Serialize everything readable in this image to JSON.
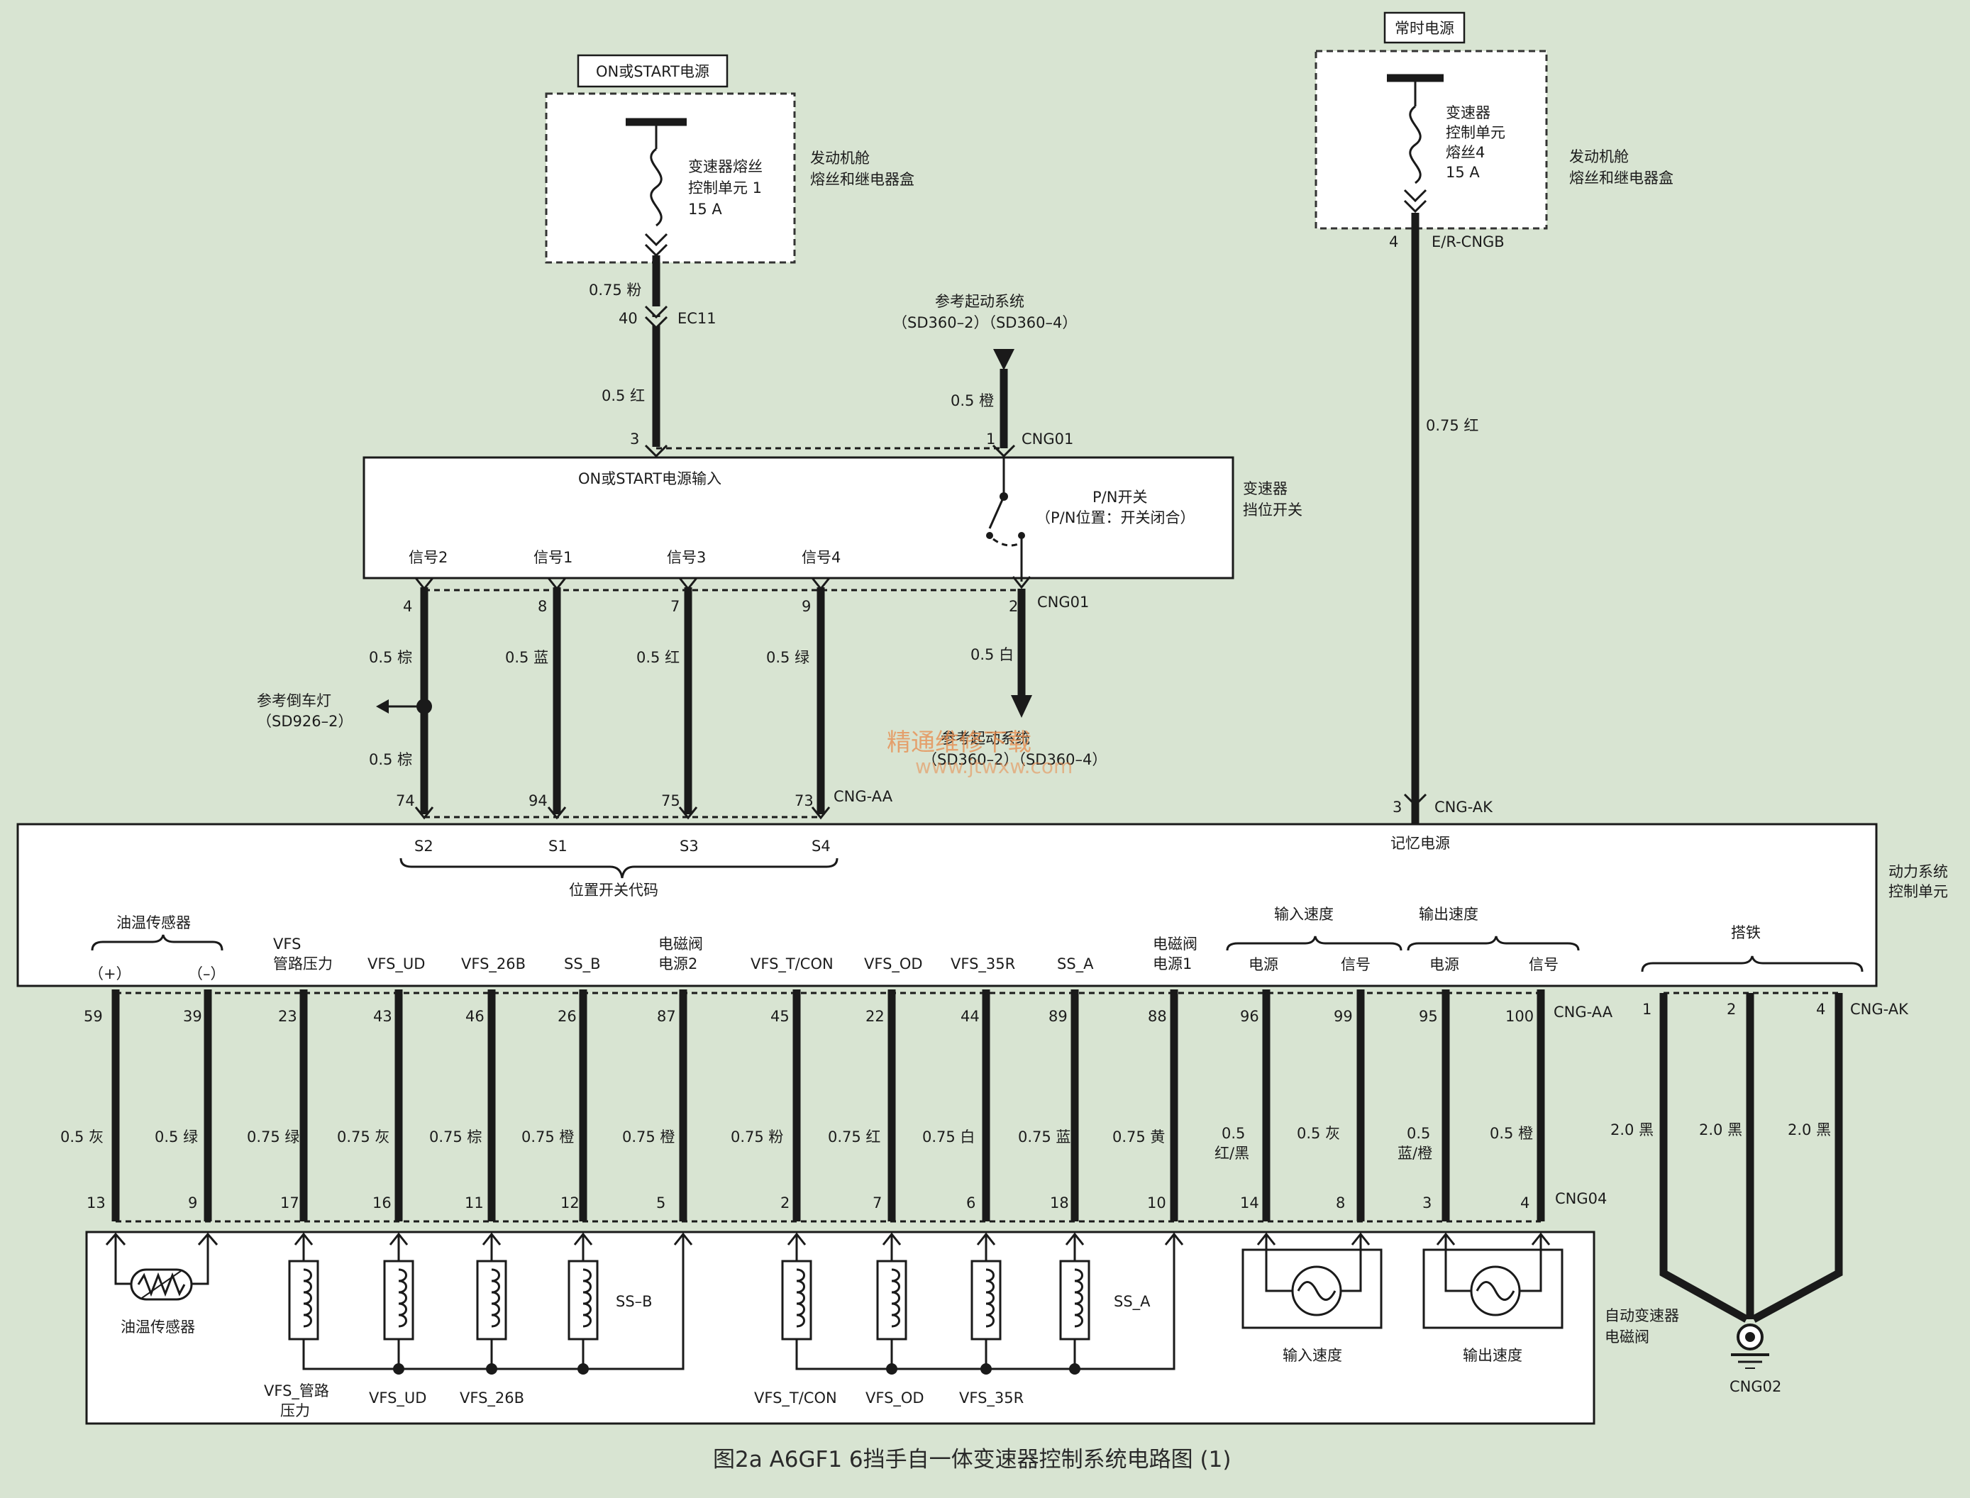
{
  "power_top_left": {
    "label": "ON或START电源",
    "fuse_line1": "变速器熔丝",
    "fuse_line2": "控制单元 1",
    "fuse_line3": "15 A",
    "box_label1": "发动机舱",
    "box_label2": "熔丝和继电器盒",
    "wire_a": "0.75 粉",
    "pin_a": "40",
    "conn_a": "EC11",
    "wire_b": "0.5 红",
    "pin_b": "3"
  },
  "power_top_right": {
    "label": "常时电源",
    "fuse_line1": "变速器",
    "fuse_line2": "控制单元",
    "fuse_line3": "熔丝4",
    "fuse_line4": "15 A",
    "box_label1": "发动机舱",
    "box_label2": "熔丝和继电器盒",
    "pin": "4",
    "conn": "E/R-CNGB",
    "wire": "0.75 红",
    "pin_bottom": "3",
    "conn_bottom": "CNG-AK"
  },
  "start_ref": {
    "label": "参考起动系统",
    "codes": "（SD360–2）（SD360–4）",
    "wire": "0.5 橙",
    "pin": "1",
    "conn": "CNG01",
    "label2": "参考起动系统",
    "codes2": "（SD360–2）（SD360–4）",
    "wire2": "0.5 白",
    "pin2": "2",
    "conn2": "CNG01"
  },
  "range_switch": {
    "input_label": "ON或START电源输入",
    "pn_label": "P/N开关",
    "pn_note": "（P/N位置：开关闭合）",
    "name1": "变速器",
    "name2": "挡位开关",
    "signals": [
      {
        "label": "信号2",
        "pin_top": "4",
        "wire": "0.5 棕",
        "pin_bottom": "74",
        "code": "S2"
      },
      {
        "label": "信号1",
        "pin_top": "8",
        "wire": "0.5 蓝",
        "pin_bottom": "94",
        "code": "S1"
      },
      {
        "label": "信号3",
        "pin_top": "7",
        "wire": "0.5 红",
        "pin_bottom": "75",
        "code": "S3"
      },
      {
        "label": "信号4",
        "pin_top": "9",
        "wire": "0.5 绿",
        "pin_bottom": "73",
        "code": "S4"
      }
    ],
    "conn_bottom": "CNG-AA",
    "wire_s2_lower": "0.5 棕",
    "reverse_ref": "参考倒车灯",
    "reverse_code": "（SD926–2）"
  },
  "pcm": {
    "name1": "动力系统",
    "name2": "控制单元",
    "memory_power": "记忆电源",
    "pos_code": "位置开关代码",
    "temp_group": "油温传感器",
    "plus": "（+）",
    "minus": "（–）",
    "input_speed": "输入速度",
    "output_speed": "输出速度",
    "power": "电源",
    "signal": "信号",
    "ground": "搭铁",
    "conn_aa": "CNG-AA",
    "conn_ak": "CNG-AK",
    "conn_04": "CNG04"
  },
  "pins": [
    {
      "label": "",
      "top": "59",
      "wire": "0.5 灰",
      "wire2": "",
      "bottom": "13"
    },
    {
      "label": "",
      "top": "39",
      "wire": "0.5 绿",
      "wire2": "",
      "bottom": "9"
    },
    {
      "label": "VFS",
      "label2": "管路压力",
      "top": "23",
      "wire": "0.75 绿",
      "wire2": "",
      "bottom": "17"
    },
    {
      "label": "VFS_UD",
      "label2": "",
      "top": "43",
      "wire": "0.75 灰",
      "wire2": "",
      "bottom": "16"
    },
    {
      "label": "VFS_26B",
      "label2": "",
      "top": "46",
      "wire": "0.75 棕",
      "wire2": "",
      "bottom": "11"
    },
    {
      "label": "SS_B",
      "label2": "",
      "top": "26",
      "wire": "0.75 橙",
      "wire2": "",
      "bottom": "12"
    },
    {
      "label": "电磁阀",
      "label2": "电源2",
      "top": "87",
      "wire": "0.75 橙",
      "wire2": "",
      "bottom": "5"
    },
    {
      "label": "VFS_T/CON",
      "label2": "",
      "top": "45",
      "wire": "0.75 粉",
      "wire2": "",
      "bottom": "2"
    },
    {
      "label": "VFS_OD",
      "label2": "",
      "top": "22",
      "wire": "0.75 红",
      "wire2": "",
      "bottom": "7"
    },
    {
      "label": "VFS_35R",
      "label2": "",
      "top": "44",
      "wire": "0.75 白",
      "wire2": "",
      "bottom": "6"
    },
    {
      "label": "SS_A",
      "label2": "",
      "top": "89",
      "wire": "0.75 蓝",
      "wire2": "",
      "bottom": "18"
    },
    {
      "label": "电磁阀",
      "label2": "电源1",
      "top": "88",
      "wire": "0.75 黄",
      "wire2": "",
      "bottom": "10"
    },
    {
      "label": "",
      "label2": "",
      "top": "96",
      "wire": "0.5",
      "wire2": "红/黑",
      "bottom": "14"
    },
    {
      "label": "",
      "label2": "",
      "top": "99",
      "wire": "0.5 灰",
      "wire2": "",
      "bottom": "8"
    },
    {
      "label": "",
      "label2": "",
      "top": "95",
      "wire": "0.5",
      "wire2": "蓝/橙",
      "bottom": "3"
    },
    {
      "label": "",
      "label2": "",
      "top": "100",
      "wire": "0.5 橙",
      "wire2": "",
      "bottom": "4"
    }
  ],
  "grounds": [
    {
      "top": "1",
      "wire": "2.0 黑"
    },
    {
      "top": "2",
      "wire": "2.0 黑"
    },
    {
      "top": "4",
      "wire": "2.0 黑"
    }
  ],
  "ground_conn": "CNG02",
  "valve_body": {
    "name1": "自动变速器",
    "name2": "电磁阀",
    "temp_sensor": "油温传感器",
    "ss_b": "SS–B",
    "ss_a": "SS_A",
    "vfs_line1": "VFS_管路",
    "vfs_line2": "压力",
    "vfs_ud": "VFS_UD",
    "vfs_26b": "VFS_26B",
    "vfs_tcon": "VFS_T/CON",
    "vfs_od": "VFS_OD",
    "vfs_35r": "VFS_35R",
    "input_speed": "输入速度",
    "output_speed": "输出速度"
  },
  "caption": "图2a   A6GF1 6挡手自一体变速器控制系统电路图 (1)",
  "watermark1": "精通维修下载",
  "watermark2": "www.jtwxw.com"
}
